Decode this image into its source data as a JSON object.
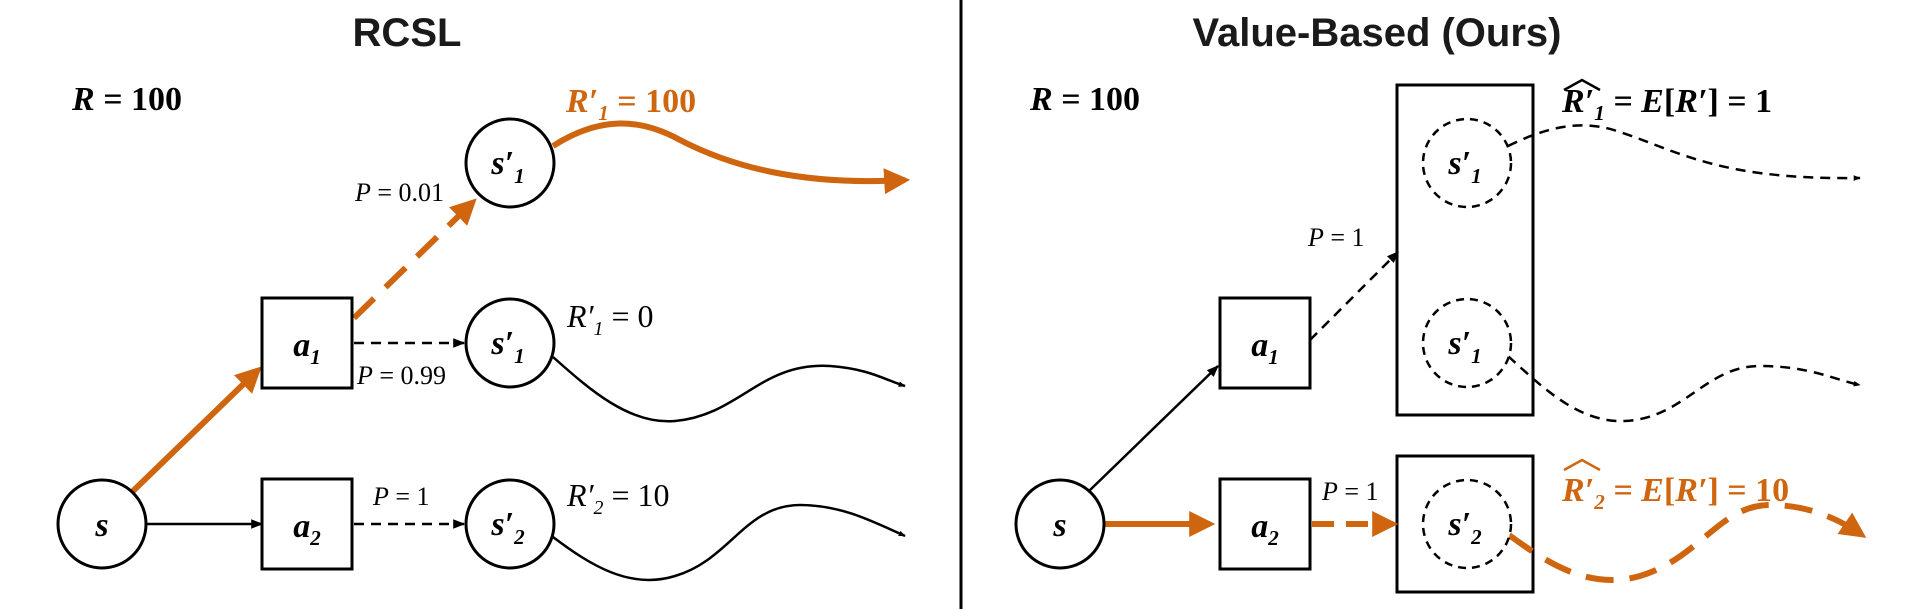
{
  "left_panel": {
    "title": "RCSL",
    "return_label": "R = 100",
    "state": "s",
    "actions": [
      "a1",
      "a2"
    ],
    "outcomes": [
      {
        "prob": "P = 0.01",
        "next_state": "s′1",
        "return": "R′1 = 100",
        "highlight": true
      },
      {
        "prob": "P = 0.99",
        "next_state": "s′1",
        "return": "R′1 = 0",
        "highlight": false
      },
      {
        "prob": "P = 1",
        "next_state": "s′2",
        "return": "R′2 = 10",
        "highlight": false
      }
    ]
  },
  "right_panel": {
    "title": "Value-Based (Ours)",
    "return_label": "R = 100",
    "state": "s",
    "actions": [
      "a1",
      "a2"
    ],
    "outcomes": [
      {
        "prob": "P = 1",
        "next_states": [
          "s′1",
          "s′1"
        ],
        "return": "R̂′1 = E[R′] = 1",
        "highlight": false
      },
      {
        "prob": "P = 1",
        "next_states": [
          "s′2"
        ],
        "return": "R̂′2 = E[R′] = 10",
        "highlight": true
      }
    ]
  },
  "colors": {
    "highlight": "#d0650f",
    "default": "#000000"
  }
}
